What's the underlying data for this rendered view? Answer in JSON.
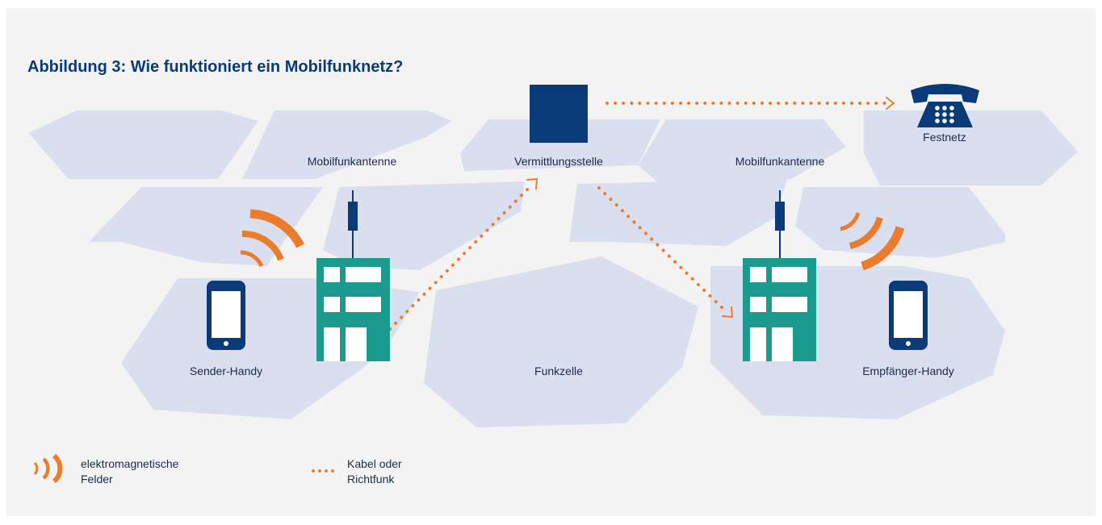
{
  "title": "Abbildung 3: Wie funktioniert ein Mobilfunknetz?",
  "labels": {
    "antenna_left": "Mobilfunkantenne",
    "exchange": "Vermittlungsstelle",
    "antenna_right": "Mobilfunkantenne",
    "landline": "Festnetz",
    "sender": "Sender-Handy",
    "cell": "Funkzelle",
    "receiver": "Empfänger-Handy"
  },
  "legend": {
    "em_line1": "elektromagnetische",
    "em_line2": "Felder",
    "cable_line1": "Kabel oder",
    "cable_line2": "Richtfunk"
  },
  "colors": {
    "panel": "#f3f3f3",
    "cell": "#d9dfee",
    "navy": "#0b3a78",
    "teal": "#1b9b8e",
    "orange": "#ea7c2b"
  },
  "icons": [
    "phone-icon",
    "building-icon",
    "antenna-icon",
    "exchange-box-icon",
    "telephone-icon",
    "em-waves-icon",
    "dotted-link-icon"
  ]
}
